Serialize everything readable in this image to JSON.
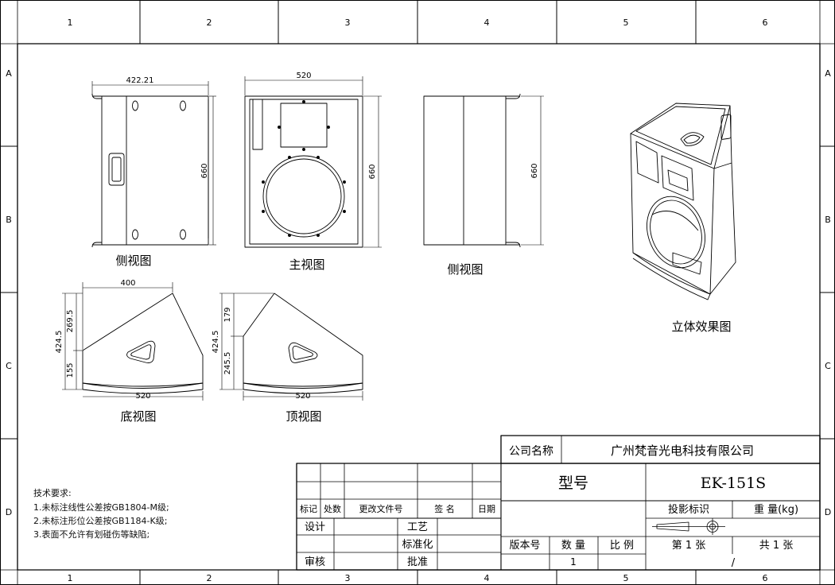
{
  "grid": {
    "cols": [
      "1",
      "2",
      "3",
      "4",
      "5",
      "6"
    ],
    "rows": [
      "A",
      "B",
      "C",
      "D"
    ]
  },
  "views": {
    "side_left": {
      "label": "侧视图",
      "width_dim": "422.21",
      "height_dim": "660"
    },
    "front": {
      "label": "主视图",
      "width_dim": "520",
      "height_dim": "660"
    },
    "side_right": {
      "label": "侧视图",
      "height_dim": "660"
    },
    "iso": {
      "label": "立体效果图"
    },
    "bottom": {
      "label": "底视图",
      "top_dim": "400",
      "bottom_dim": "520",
      "total_dim": "424.5",
      "upper_dim": "269.5",
      "lower_dim": "155"
    },
    "top": {
      "label": "顶视图",
      "bottom_dim": "520",
      "total_dim": "424.5",
      "upper_dim": "179",
      "lower_dim": "245.5"
    }
  },
  "notes": {
    "title": "技术要求:",
    "lines": [
      "1.未标注线性公差按GB1804-M级;",
      "2.未标注形位公差按GB1184-K级;",
      "3.表面不允许有划碰伤等缺陷;"
    ]
  },
  "title_block": {
    "company_label": "公司名称",
    "company_name": "广州梵音光电科技有限公司",
    "model_label": "型号",
    "model_value": "EK-151S",
    "rev_headers": [
      "标记",
      "处数",
      "更改文件号",
      "签 名",
      "日期"
    ],
    "design": "设计",
    "process": "工艺",
    "standard": "标准化",
    "review": "审核",
    "approve": "批准",
    "version": "版本号",
    "quantity": "数 量",
    "ratio": "比 例",
    "quantity_value": "1",
    "projection": "投影标识",
    "weight": "重 量(kg)",
    "sheet_no": "第 1 张",
    "sheet_total": "共 1 张",
    "slash": "/"
  }
}
